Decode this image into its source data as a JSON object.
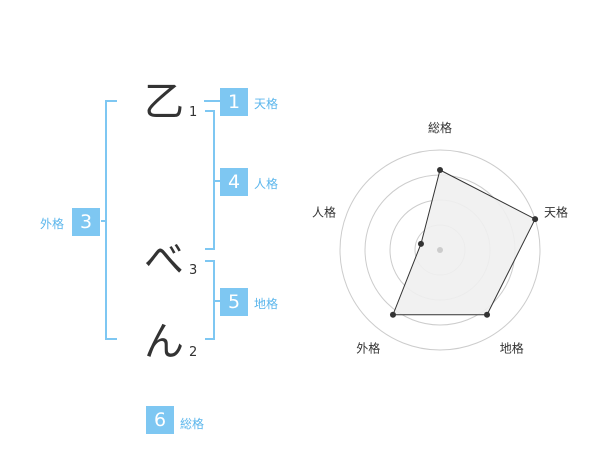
{
  "name_chars": [
    {
      "char": "乙",
      "strokes": "1"
    },
    {
      "char": "べ",
      "strokes": "3"
    },
    {
      "char": "ん",
      "strokes": "2"
    }
  ],
  "fortunes": {
    "tenkaku": {
      "number": "1",
      "label": "天格"
    },
    "jinkaku": {
      "number": "4",
      "label": "人格"
    },
    "chikaku": {
      "number": "5",
      "label": "地格"
    },
    "gaikaku": {
      "number": "3",
      "label": "外格"
    },
    "soukaku": {
      "number": "6",
      "label": "総格"
    }
  },
  "colors": {
    "accent": "#7ec7f2",
    "label_blue": "#5bb6ec",
    "radar_fill": "#f0f0f0",
    "ring": "#cccccc"
  },
  "chart_data": {
    "type": "radar",
    "axes": [
      "総格",
      "天格",
      "地格",
      "外格",
      "人格"
    ],
    "values": [
      4,
      5,
      4,
      4,
      1
    ],
    "max": 5,
    "rings": 4
  }
}
